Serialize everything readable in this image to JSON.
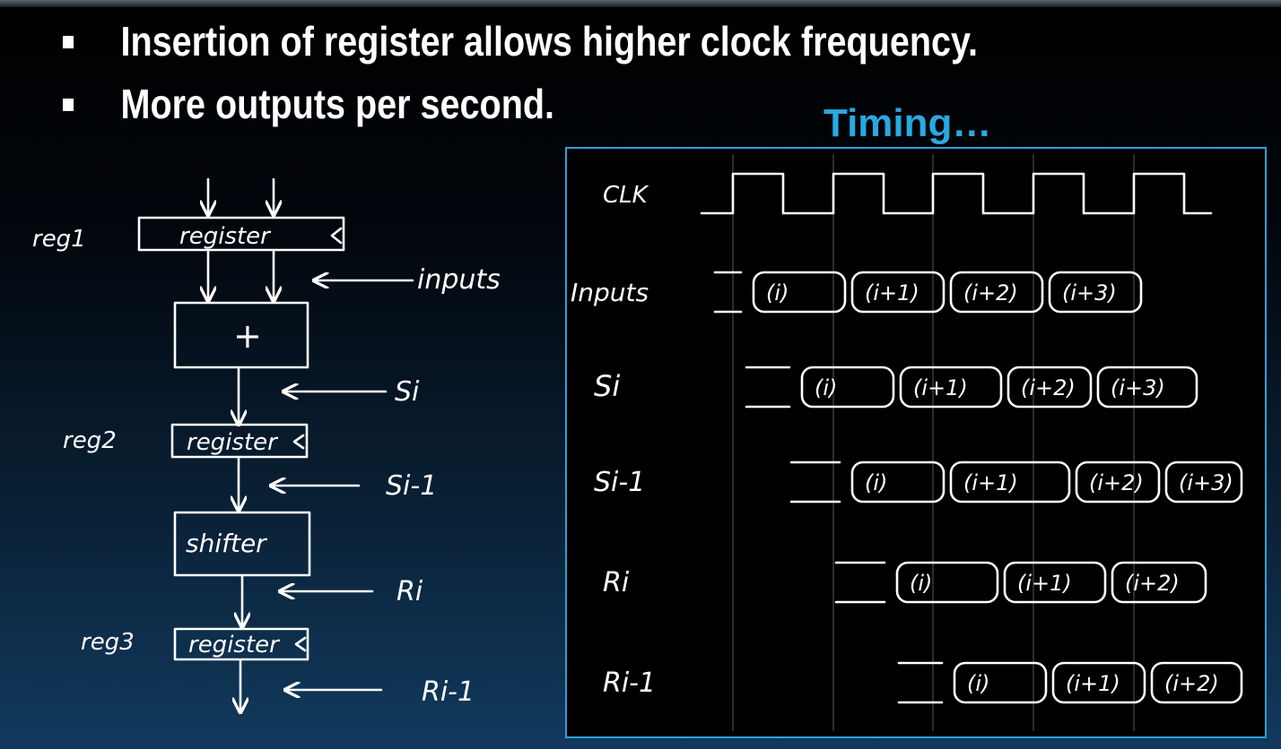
{
  "slide": {
    "bullets": [
      "Insertion of register allows higher clock frequency.",
      "More outputs per second."
    ],
    "heading": "Timing…"
  },
  "pipeline": {
    "reg1_label": "reg1",
    "reg2_label": "reg2",
    "reg3_label": "reg3",
    "register_label": "register",
    "adder_label": "+",
    "shifter_label": "shifter",
    "inputs_label": "inputs",
    "si_label": "Si",
    "si1_label": "Si-1",
    "ri_label": "Ri",
    "ri1_label": "Ri-1"
  },
  "timing": {
    "signals": [
      {
        "label": "CLK"
      },
      {
        "label": "Inputs",
        "values": [
          "(i)",
          "(i+1)",
          "(i+2)",
          "(i+3)"
        ]
      },
      {
        "label": "Si",
        "values": [
          "(i)",
          "(i+1)",
          "(i+2)",
          "(i+3)"
        ]
      },
      {
        "label": "Si-1",
        "values": [
          "(i)",
          "(i+1)",
          "(i+2)",
          "(i+3)"
        ]
      },
      {
        "label": "Ri",
        "values": [
          "(i)",
          "(i+1)",
          "(i+2)"
        ]
      },
      {
        "label": "Ri-1",
        "values": [
          "(i)",
          "(i+1)",
          "(i+2)"
        ]
      }
    ]
  }
}
